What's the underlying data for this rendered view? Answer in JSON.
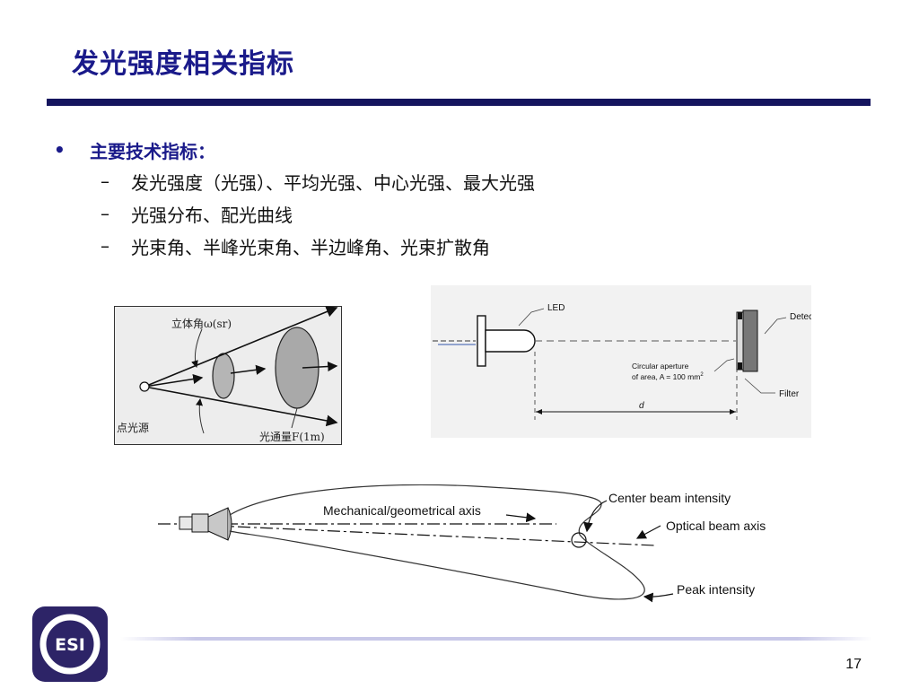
{
  "slide": {
    "title": "发光强度相关指标",
    "page_number": "17"
  },
  "bullets": {
    "main": "主要技术指标：",
    "main_marker": "•",
    "sub_marker": "–",
    "sub": [
      "发光强度（光强）、平均光强、中心光强、最大光强",
      "光强分布、配光曲线",
      "光束角、半峰光束角、半边峰角、光束扩散角"
    ]
  },
  "figure_solid_angle": {
    "label_solid_angle": "立体角ω(sr)",
    "label_point_source": "点光源",
    "label_flux": "光通量F(1m)"
  },
  "figure_led": {
    "label_led": "LED",
    "label_detector": "Detector",
    "label_aperture_1": "Circular aperture",
    "label_aperture_2": "of area, A = 100 mm",
    "label_aperture_sup": "2",
    "label_filter": "Filter",
    "label_distance": "d"
  },
  "figure_beam": {
    "label_mechanical_axis": "Mechanical/geometrical axis",
    "label_center_intensity": "Center beam intensity",
    "label_optical_axis": "Optical beam axis",
    "label_peak_intensity": "Peak intensity"
  },
  "logo": {
    "text": "ESI"
  },
  "colors": {
    "title": "#1a1a8a",
    "title_bar": "#14145e",
    "logo_bg": "#2d2467"
  }
}
